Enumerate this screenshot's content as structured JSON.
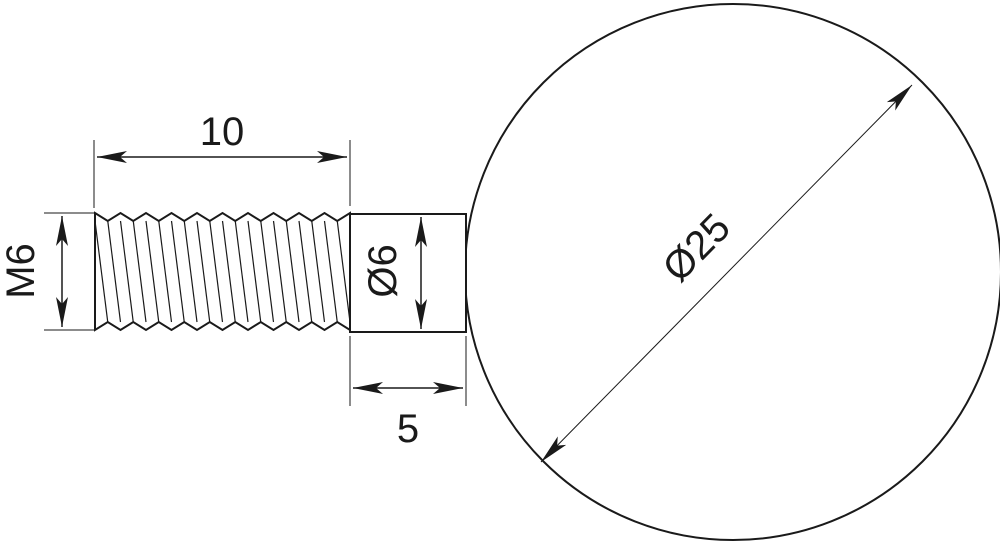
{
  "colors": {
    "stroke": "#1a1a1a",
    "background": "#ffffff",
    "part_fill": "#ffffff"
  },
  "dimensions": {
    "thread_length": "10",
    "thread_size": "M6",
    "shank_diameter": "Ø6",
    "shank_length": "5",
    "ball_diameter": "Ø25"
  }
}
